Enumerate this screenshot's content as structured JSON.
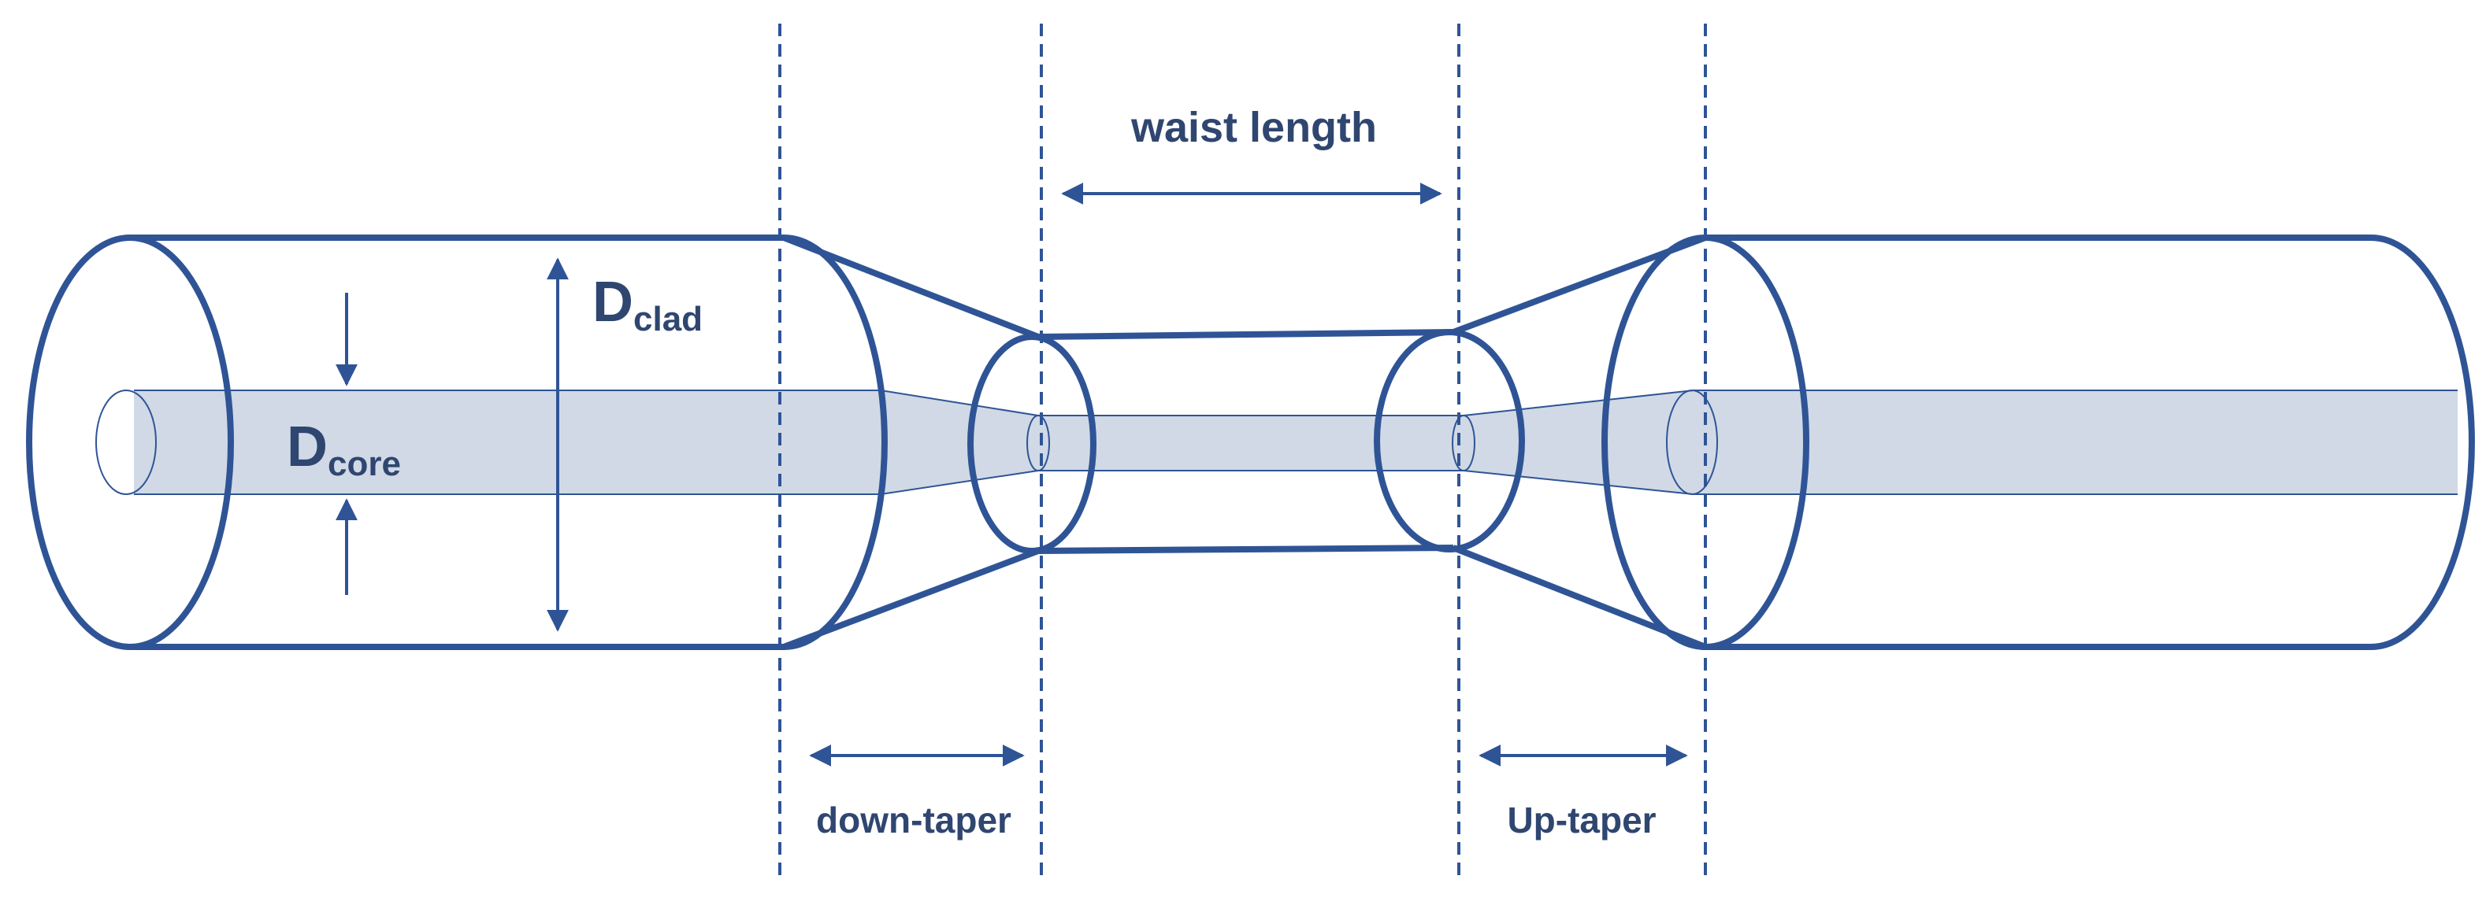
{
  "colors": {
    "outline": "#2f5496",
    "core_fill": "#d0d9e5",
    "text": "#2f4670",
    "background": "#ffffff"
  },
  "labels": {
    "waist_length": "waist length",
    "d_clad_main": "D",
    "d_clad_sub": "clad",
    "d_core_main": "D",
    "d_core_sub": "core",
    "down_taper": "down-taper",
    "up_taper": "Up-taper"
  }
}
